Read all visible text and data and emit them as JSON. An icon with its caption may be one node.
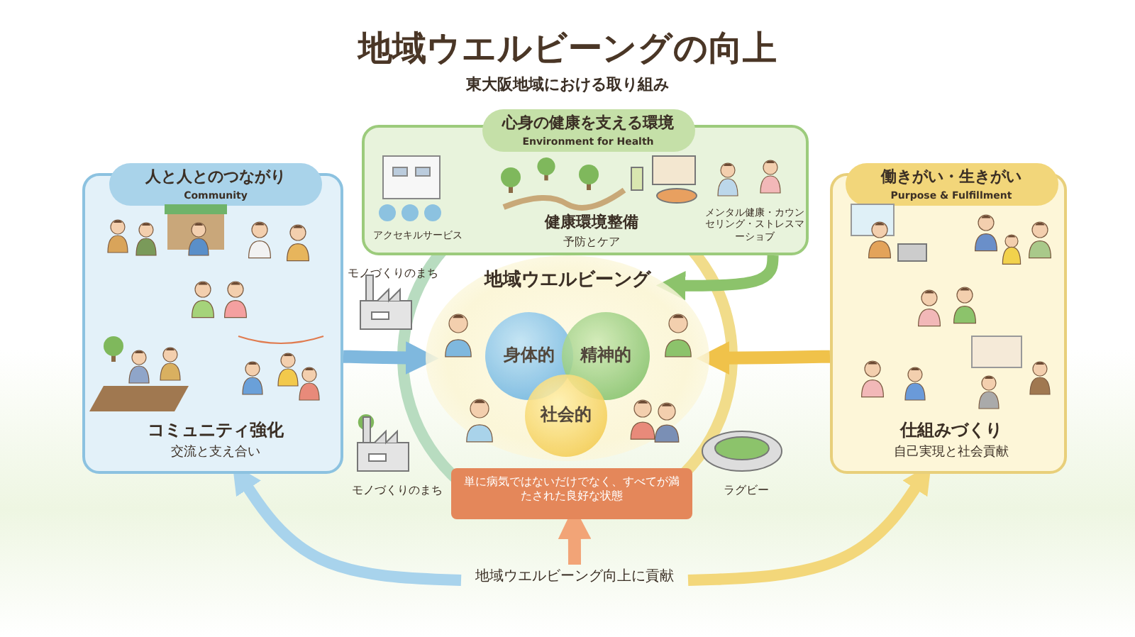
{
  "diagram": {
    "title": "地域ウエルビーングの向上",
    "nodes": [
      {
        "text": [
          "人と人とのつながり",
          "Community",
          "コミュニティ強化",
          "交流と支え合い"
        ]
      },
      {
        "text": [
          "心身の健康を支える環境",
          "Environment for Health",
          "アクセキルサービス",
          "健康環境整備",
          "予防とケア",
          "メンタル健康・カウンセリング・ストレスマーショブ"
        ]
      },
      {
        "text": [
          "働きがい・生きがい",
          "Purpose & Fulfillment",
          "仕組みづくり",
          "自己実現と社会貢献"
        ]
      },
      {
        "text": [
          "地域ウエルビーング"
        ]
      },
      {
        "text": [
          "身体的"
        ],
        "in": 3
      },
      {
        "text": [
          "精神的"
        ],
        "in": 3
      },
      {
        "text": [
          "社会的"
        ],
        "in": 3
      },
      {
        "text": [
          "単に病気ではないだけでなく、すべてが満たされた良好な状態"
        ]
      },
      {
        "text": [
          "地域ウエルビーング向上に貢献"
        ]
      }
    ],
    "edges": [
      {
        "from": 0,
        "to": 3,
        "arrow": "to",
        "color": "#7fb8de"
      },
      {
        "from": 2,
        "to": 3,
        "arrow": "to",
        "color": "#f0c24a"
      },
      {
        "from": 1,
        "to": 3,
        "arrow": "to",
        "color": "#8cc36b"
      },
      {
        "from": 8,
        "to": 7,
        "arrow": "to",
        "color": "#f2a477"
      },
      {
        "from": 8,
        "to": 0,
        "arrow": "to",
        "color": "#a8d3ec"
      },
      {
        "from": 8,
        "to": 2,
        "arrow": "to",
        "color": "#f3d77a"
      }
    ],
    "labels": [
      "東大阪地域における取り組み",
      "モノづくりのまち",
      "モノづくりのまち",
      "ラグビー"
    ]
  }
}
